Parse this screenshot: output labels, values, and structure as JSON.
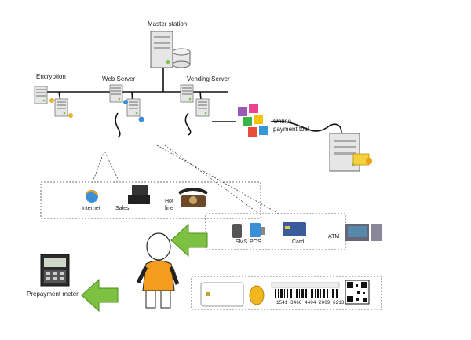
{
  "labels": {
    "master_station": "Master station",
    "encryption": "Encryption",
    "web_server": "Web Server",
    "vending_server": "Vending Server",
    "online_payment_tool": "Online\npayment tool",
    "internet": "Internet",
    "sales": "Sales",
    "hot_line": "Hot\nline",
    "sms": "SMS",
    "pos": "POS",
    "card": "Card",
    "atm": "ATM",
    "prepayment_meter": "Prepayment meter",
    "token_number": "1541 3466 4404 2009 6213"
  },
  "icons": [
    "server-icon",
    "database-icon",
    "lock-icon",
    "globe-icon",
    "cash-register-icon",
    "telephone-icon",
    "mobile-phone-icon",
    "pos-terminal-icon",
    "bank-card-icon",
    "atm-icon",
    "person-icon",
    "smart-card-icon",
    "key-fob-icon",
    "barcode-icon",
    "qr-code-icon",
    "prepayment-meter-icon",
    "arrow-left-icon",
    "puzzle-cubes-icon"
  ],
  "colors": {
    "arrow_green": "#7dc142",
    "person_orange": "#f39c1e",
    "server_gray": "#d9d9d9"
  }
}
